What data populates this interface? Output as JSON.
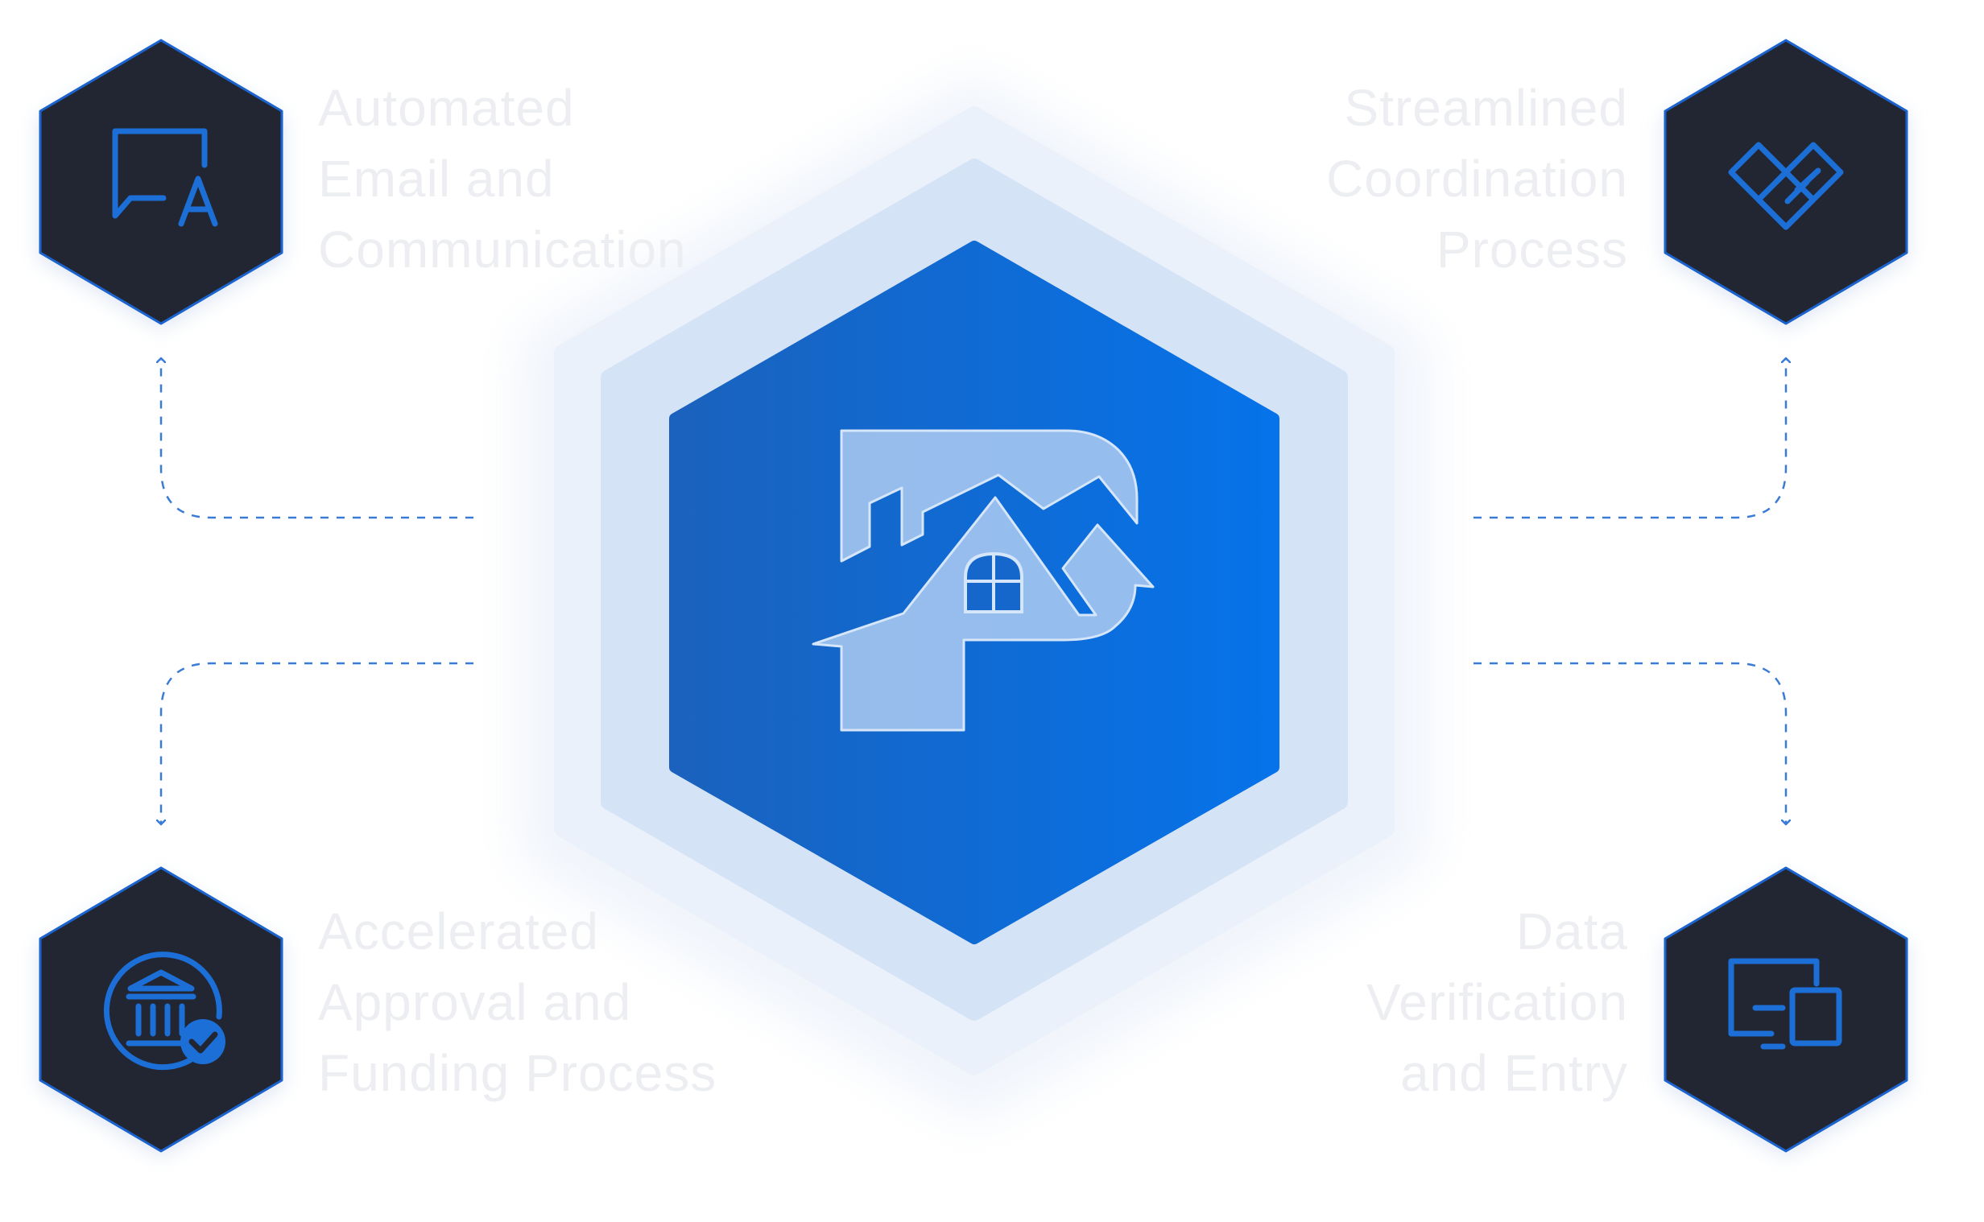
{
  "center": {
    "logo_icon": "house-p-logo-icon",
    "gradient_start": "#1a62bd",
    "gradient_end": "#0673ea",
    "ring_inner_color": "#d5e3f6",
    "ring_outer_color": "#ebf1fa"
  },
  "nodes": [
    {
      "id": "top-left",
      "icon": "chat-translate-icon",
      "lines": [
        "Automated",
        "Email and",
        "Communication"
      ]
    },
    {
      "id": "top-right",
      "icon": "handshake-icon",
      "lines": [
        "Streamlined",
        "Coordination",
        "Process"
      ]
    },
    {
      "id": "bottom-left",
      "icon": "bank-check-icon",
      "lines": [
        "Accelerated",
        "Approval and",
        "Funding Process"
      ]
    },
    {
      "id": "bottom-right",
      "icon": "devices-icon",
      "lines": [
        "Data",
        "Verification",
        "and Entry"
      ]
    }
  ],
  "colors": {
    "node_fill": "#222632",
    "node_border": "#1b64d0",
    "icon_blue": "#1c6fd6",
    "connector": "#3a7bd5",
    "label_text": "#eceef1"
  }
}
